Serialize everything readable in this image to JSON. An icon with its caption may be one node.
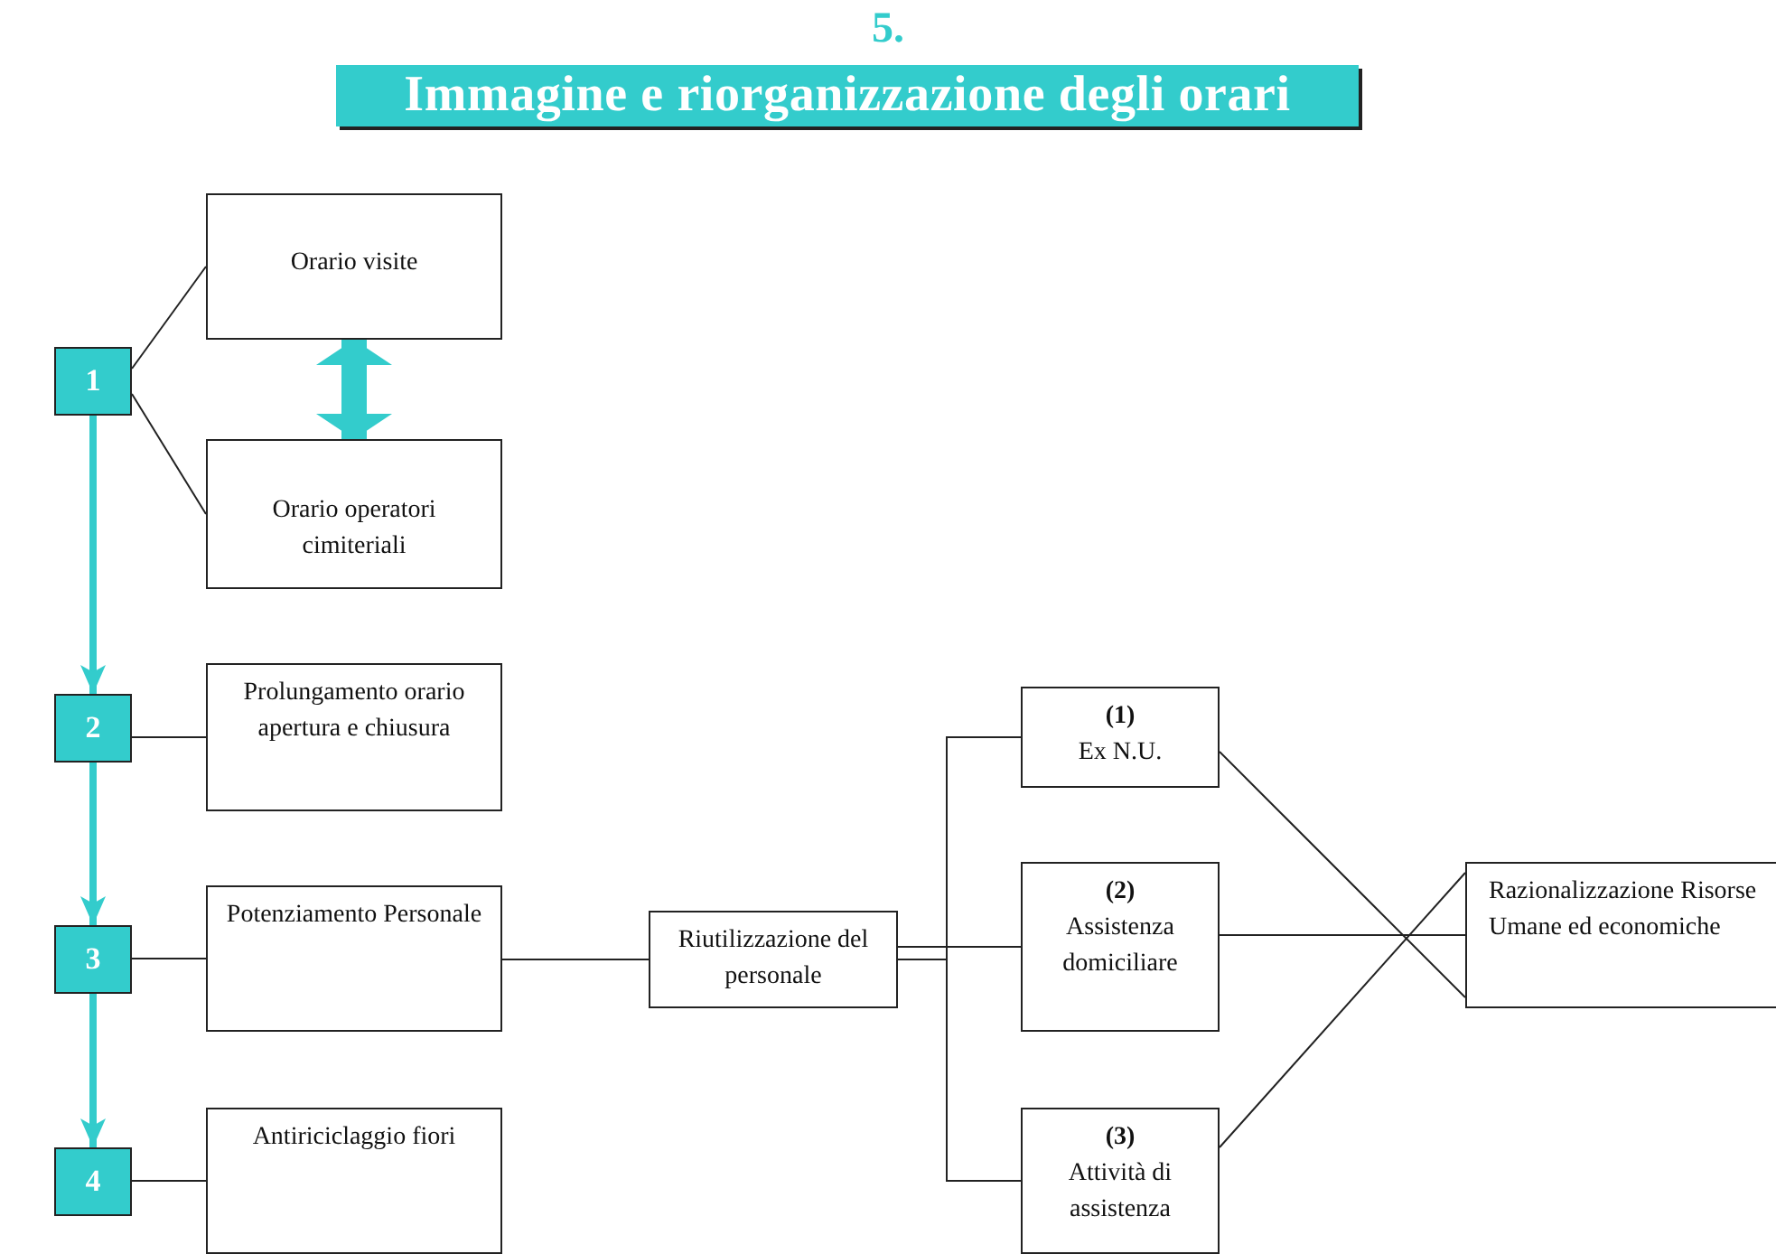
{
  "diagram": {
    "title": "Immagine e riorganizzazione degli orari",
    "nodes": [
      {
        "text": [
          "1"
        ]
      },
      {
        "text": [
          "Orario visite"
        ]
      },
      {
        "text": [
          "Orario operatori cimiteriali"
        ]
      },
      {
        "text": [
          "2"
        ]
      },
      {
        "text": [
          "Prolungamento orario apertura e chiusura"
        ]
      },
      {
        "text": [
          "3"
        ]
      },
      {
        "text": [
          "Potenziamento Personale"
        ]
      },
      {
        "text": [
          "4"
        ]
      },
      {
        "text": [
          "Antiriciclaggio fiori"
        ]
      },
      {
        "text": [
          "Riutilizzazione del personale"
        ]
      },
      {
        "text": [
          "(1)",
          "Ex N.U."
        ]
      },
      {
        "text": [
          "(2)",
          "Assistenza domiciliare"
        ]
      },
      {
        "text": [
          "(3)",
          "Attività di assistenza"
        ]
      },
      {
        "text": [
          "Razionalizzazione Risorse Umane ed economiche"
        ]
      }
    ],
    "edges": [
      {
        "from": 0,
        "to": 1,
        "arrow": "none"
      },
      {
        "from": 0,
        "to": 2,
        "arrow": "none"
      },
      {
        "from": 1,
        "to": 2,
        "arrow": "both",
        "style": "thick",
        "color": "#33cccc"
      },
      {
        "from": 0,
        "to": 3,
        "arrow": "to",
        "style": "thick",
        "color": "#33cccc"
      },
      {
        "from": 3,
        "to": 4,
        "arrow": "none"
      },
      {
        "from": 3,
        "to": 5,
        "arrow": "to",
        "style": "thick",
        "color": "#33cccc"
      },
      {
        "from": 5,
        "to": 6,
        "arrow": "none"
      },
      {
        "from": 5,
        "to": 7,
        "arrow": "to",
        "style": "thick",
        "color": "#33cccc"
      },
      {
        "from": 7,
        "to": 8,
        "arrow": "none"
      },
      {
        "from": 6,
        "to": 9,
        "arrow": "none"
      },
      {
        "from": 9,
        "to": 10,
        "arrow": "none"
      },
      {
        "from": 9,
        "to": 11,
        "arrow": "none"
      },
      {
        "from": 9,
        "to": 12,
        "arrow": "none"
      },
      {
        "from": 10,
        "to": 13,
        "arrow": "none"
      },
      {
        "from": 11,
        "to": 13,
        "arrow": "none"
      },
      {
        "from": 12,
        "to": 13,
        "arrow": "none"
      }
    ],
    "labels": [
      "5."
    ]
  }
}
